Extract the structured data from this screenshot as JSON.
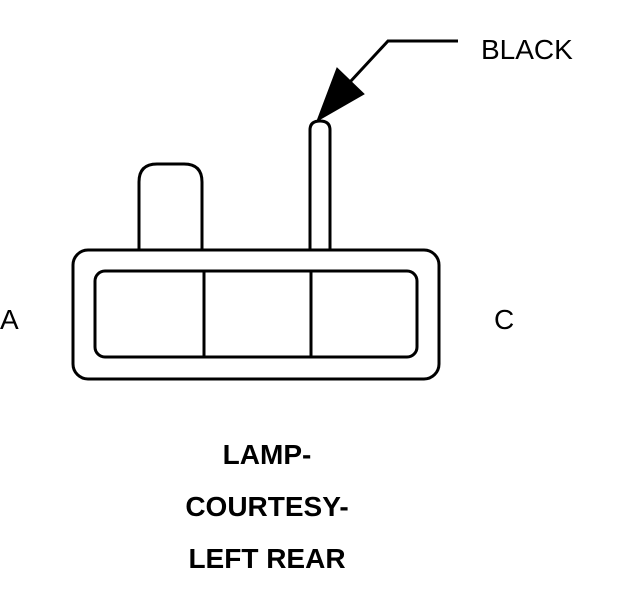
{
  "connector": {
    "wire_color_label": "BLACK",
    "pin_left_label": "A",
    "pin_right_label": "C",
    "title_lines": [
      "LAMP-",
      "COURTESY-",
      "LEFT REAR"
    ]
  },
  "colors": {
    "line": "#000000",
    "background": "#ffffff"
  }
}
